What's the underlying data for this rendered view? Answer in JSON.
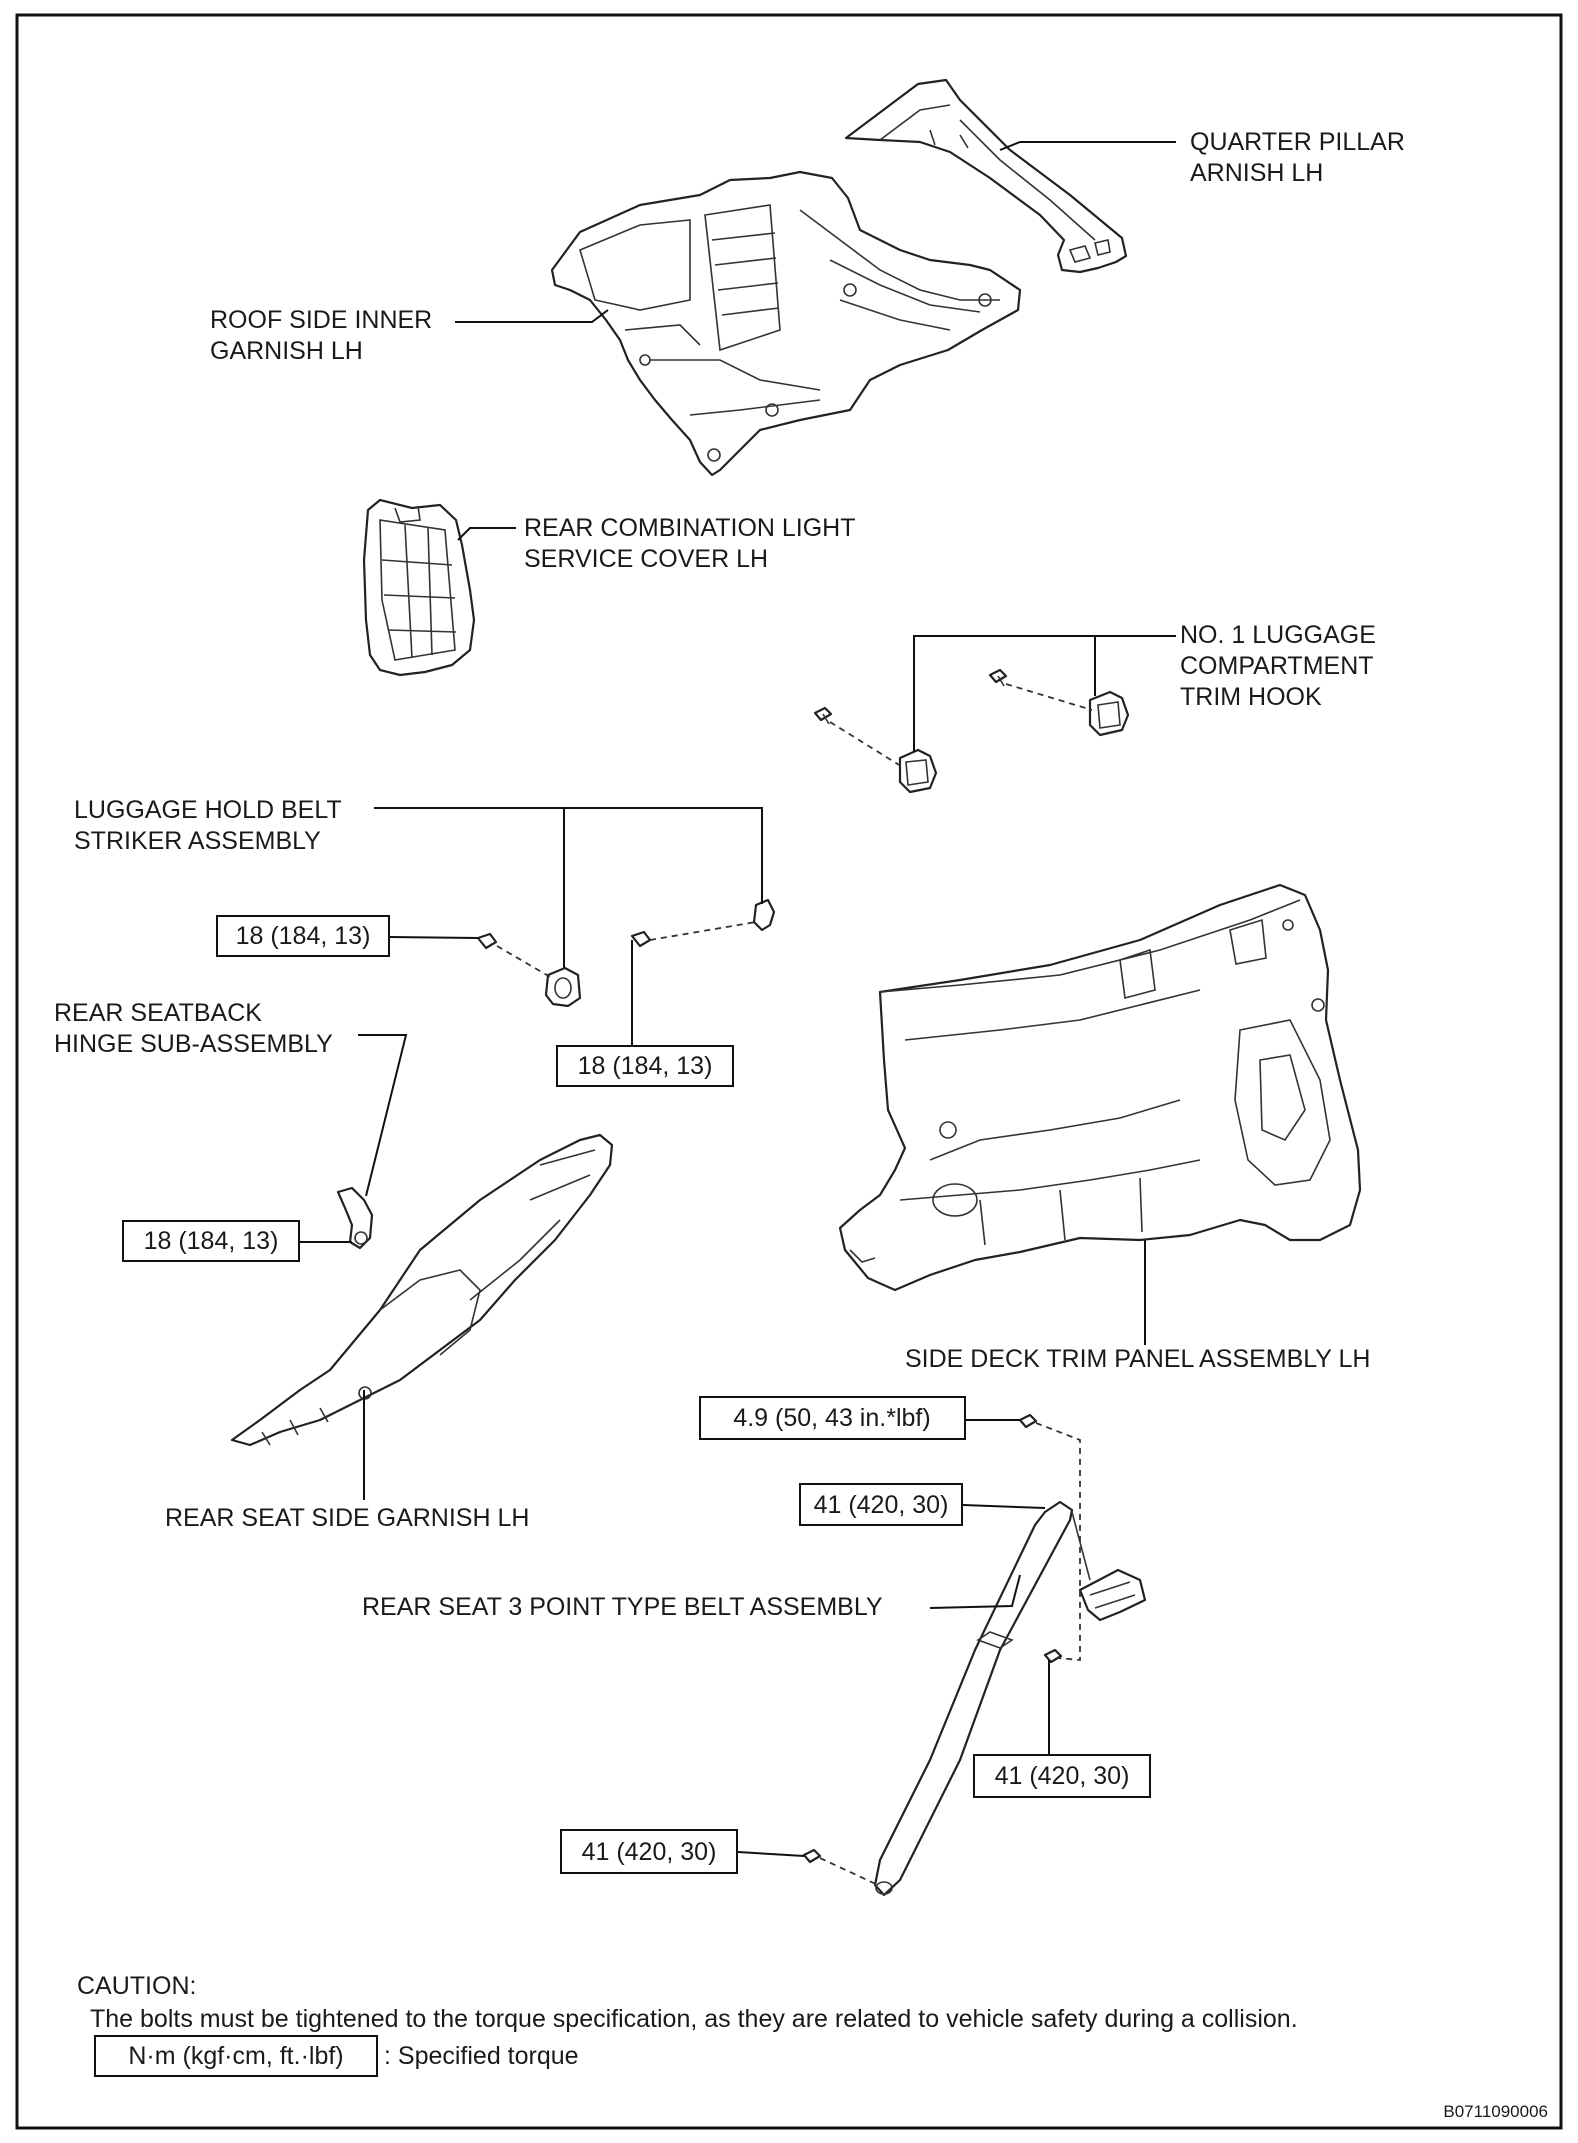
{
  "labels": {
    "quarter_pillar_1": "QUARTER PILLAR",
    "quarter_pillar_2": "ARNISH LH",
    "roof_side_1": "ROOF SIDE INNER",
    "roof_side_2": "GARNISH LH",
    "rear_combo_1": "REAR COMBINATION LIGHT",
    "rear_combo_2": "SERVICE COVER LH",
    "luggage_hook_1": "NO. 1 LUGGAGE",
    "luggage_hook_2": "COMPARTMENT",
    "luggage_hook_3": "TRIM HOOK",
    "hold_belt_1": "LUGGAGE HOLD BELT",
    "hold_belt_2": "STRIKER ASSEMBLY",
    "seatback_hinge_1": "REAR SEATBACK",
    "seatback_hinge_2": "HINGE SUB-ASSEMBLY",
    "side_deck": "SIDE DECK TRIM PANEL ASSEMBLY LH",
    "seat_side_garnish": "REAR SEAT SIDE GARNISH LH",
    "belt_assembly": "REAR SEAT 3 POINT TYPE BELT ASSEMBLY"
  },
  "torques": {
    "t1": "18 (184, 13)",
    "t2": "18 (184, 13)",
    "t3": "18 (184, 13)",
    "t4": "4.9 (50, 43 in.*lbf)",
    "t5": "41 (420, 30)",
    "t6": "41 (420, 30)",
    "t7": "41 (420, 30)"
  },
  "caution": {
    "title": "CAUTION:",
    "text": "The bolts must be tightened to the torque specification, as they are related to vehicle safety during a collision.",
    "legend_box": "N·m (kgf·cm, ft.·lbf)",
    "legend_text": ": Specified torque"
  },
  "figure_id": "B0711090006"
}
